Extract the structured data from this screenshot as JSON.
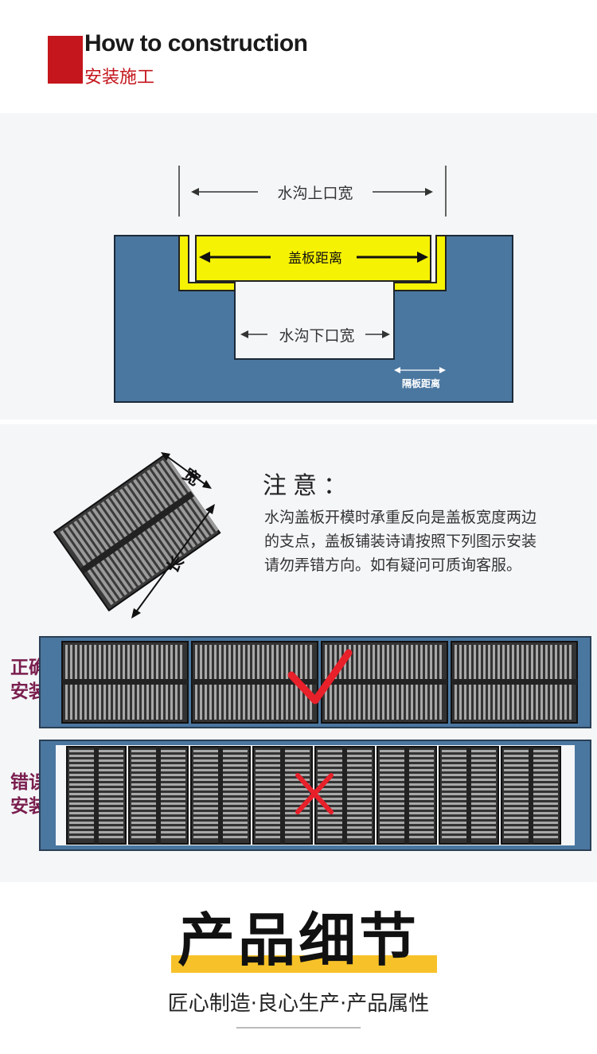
{
  "header": {
    "title": "How to construction",
    "subtitle": "安装施工"
  },
  "diagram": {
    "top_width_label": "水沟上口宽",
    "cover_distance_label": "盖板距离",
    "bottom_width_label": "水沟下口宽",
    "partition_distance_label": "隔板距离",
    "colors": {
      "wall": "#4a77a0",
      "cover": "#f6f203",
      "frame": "#222222"
    }
  },
  "notice": {
    "title": "注意：",
    "lines": [
      "水沟盖板开模时承重反向是盖板宽度两边",
      "的支点，盖板铺装诗请按照下列图示安装",
      "请勿弄错方向。如有疑问可质询客服。"
    ],
    "grate_width_label": "宽",
    "grate_length_label": "长"
  },
  "install": {
    "correct_label": "正确安装",
    "wrong_label": "错误安装",
    "colors": {
      "check": "#e8202a",
      "cross": "#e8202a",
      "rail": "#4a77a0"
    }
  },
  "product": {
    "title": "产品细节",
    "subtitle": "匠心制造·良心生产·产品属性",
    "colors": {
      "highlight": "#f7c229"
    }
  }
}
